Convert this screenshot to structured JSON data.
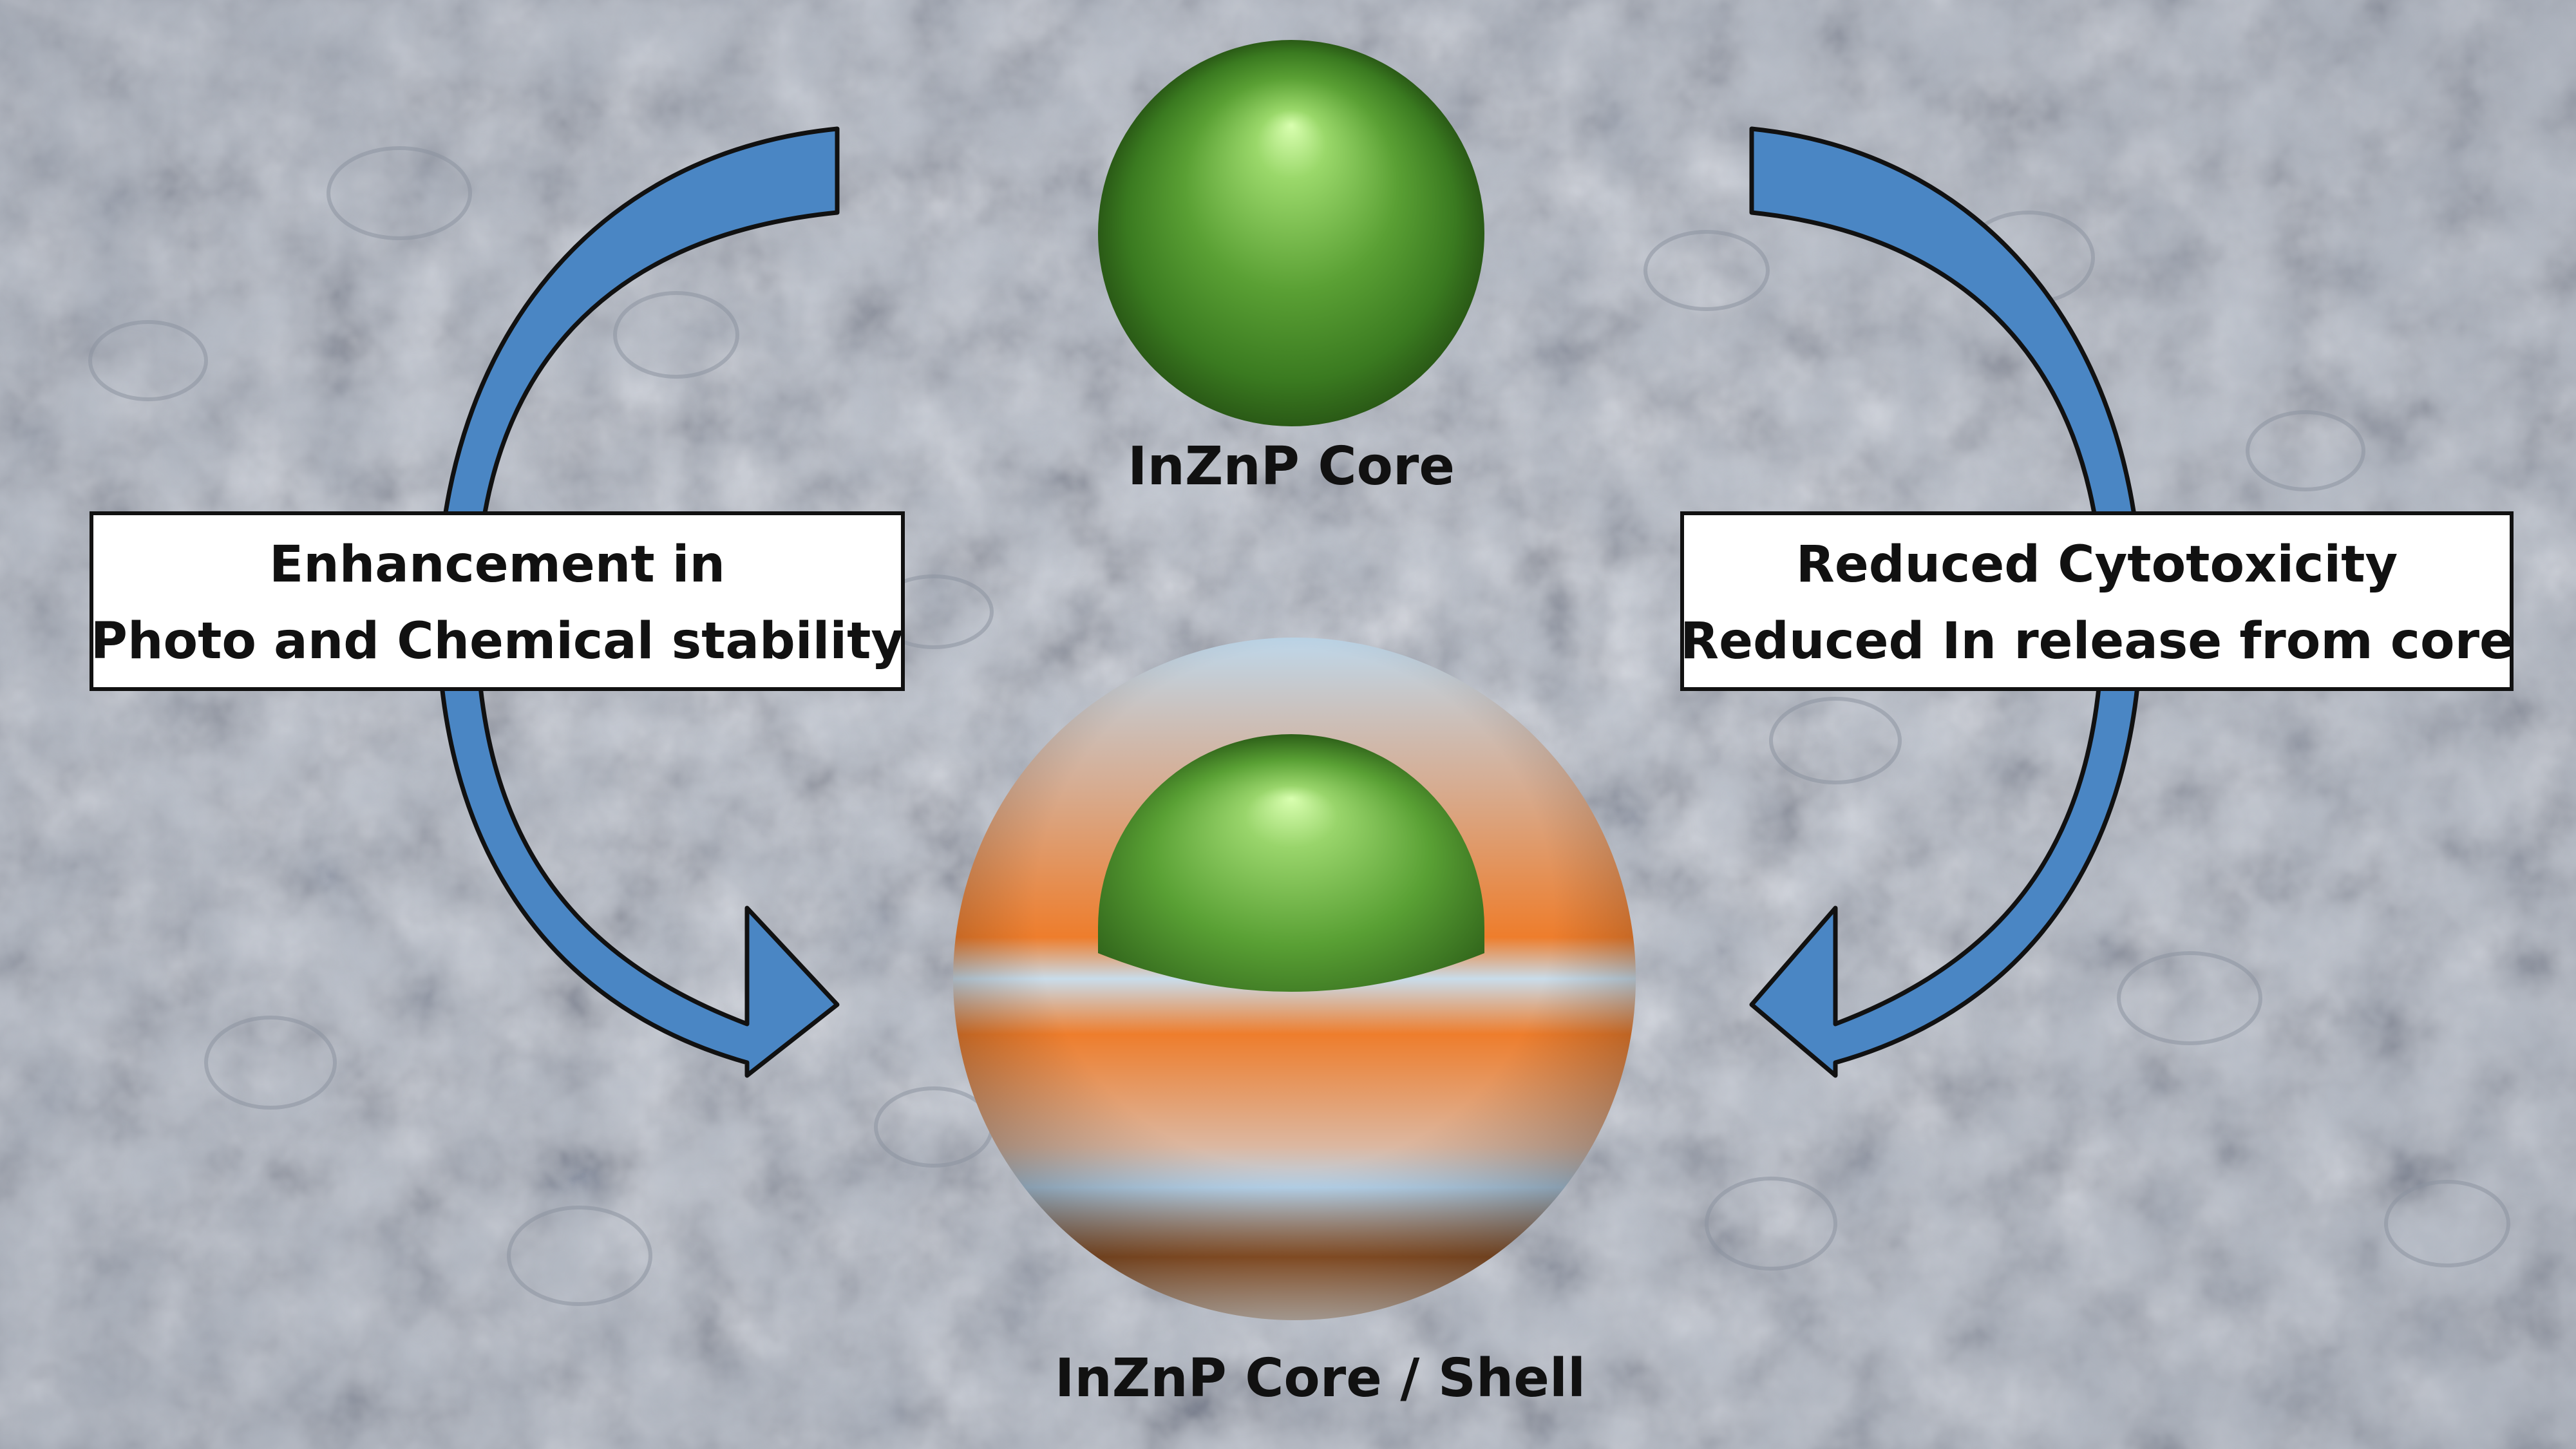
{
  "labels": {
    "core": "InZnP Core",
    "core_shell": "InZnP Core / Shell"
  },
  "left_box": {
    "line1": "Enhancement in",
    "line2": "Photo and Chemical stability"
  },
  "right_box": {
    "line1": "Reduced Cytotoxicity",
    "line2": "Reduced In release from core"
  },
  "colors": {
    "arrow_fill": "#4a86c4",
    "arrow_stroke": "#111111",
    "core_green": "#5fa83a",
    "shell_orange": "#ee7d2c",
    "shell_light": "#bcd8ec",
    "background": "#b9bfc9"
  }
}
